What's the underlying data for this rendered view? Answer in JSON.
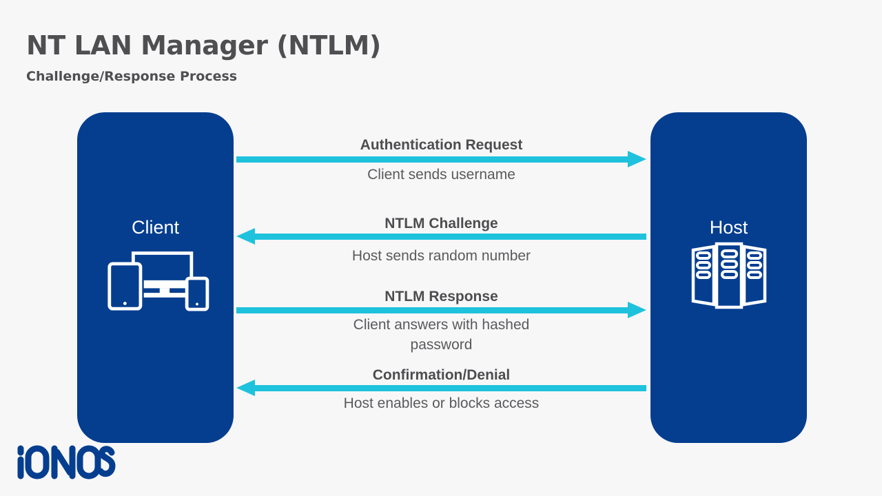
{
  "header": {
    "title": "NT LAN Manager (NTLM)",
    "subtitle": "Challenge/Response Process"
  },
  "nodes": {
    "client": {
      "label": "Client",
      "icon": "client-devices-icon"
    },
    "host": {
      "label": "Host",
      "icon": "server-rack-icon"
    }
  },
  "steps": [
    {
      "direction": "right",
      "from": "Client",
      "to": "Host",
      "title": "Authentication Request",
      "description": "Client sends username"
    },
    {
      "direction": "left",
      "from": "Host",
      "to": "Client",
      "title": "NTLM Challenge",
      "description": "Host sends random number"
    },
    {
      "direction": "right",
      "from": "Client",
      "to": "Host",
      "title": "NTLM Response",
      "description": "Client answers with hashed password"
    },
    {
      "direction": "left",
      "from": "Host",
      "to": "Client",
      "title": "Confirmation/Denial",
      "description": "Host enables or blocks access"
    }
  ],
  "brand": {
    "logo_text": "IONOS"
  },
  "colors": {
    "background": "#F7F7F8",
    "node_blue": "#053E8F",
    "arrow_cyan": "#1FC2DD",
    "logo_blue": "#053E8F",
    "title_gray": "#4F4F52",
    "step_title_gray": "#4D4D4F",
    "step_desc_gray": "#5A5A5C"
  }
}
